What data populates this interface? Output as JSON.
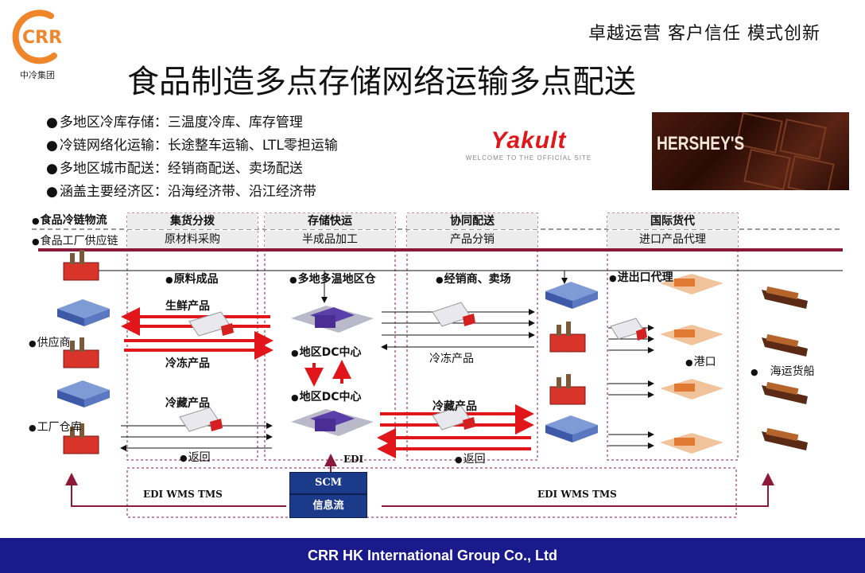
{
  "header": {
    "logo_mark": "CRR",
    "logo_text": "中冷集团",
    "tagline": "卓越运营 客户信任 模式创新",
    "title": "食品制造多点存储网络运输多点配送"
  },
  "bullets": [
    "多地区冷库存储：三温度冷库、库存管理",
    "冷链网络化运输：长途整车运输、LTL零担运输",
    "多地区城市配送：经销商配送、卖场配送",
    "涵盖主要经济区：沿海经济带、沿江经济带"
  ],
  "brands": {
    "yakult": "Yakult",
    "yakult_sub": "WELCOME TO THE OFFICIAL SITE",
    "hersheys": "HERSHEY'S"
  },
  "rows": {
    "row1": "食品冷链物流",
    "row2": "食品工厂供应链"
  },
  "stages": [
    {
      "header": "集货分拨",
      "sub": "原材料采购"
    },
    {
      "header": "存储快运",
      "sub": "半成品加工"
    },
    {
      "header": "协同配送",
      "sub": "产品分销"
    },
    {
      "header": "国际货代",
      "sub": "进口产品代理"
    }
  ],
  "labels": {
    "raw_products": "原料成品",
    "fresh": "生鲜产品",
    "frozen_left": "冷冻产品",
    "chilled_left": "冷藏产品",
    "return_left": "返回",
    "supplier": "供应商",
    "factory_wh": "工厂仓库",
    "multi_wh": "多地多温地区仓",
    "dc1": "地区DC中心",
    "dc2": "地区DC中心",
    "edi_mid": "EDI",
    "dealer": "经销商、卖场",
    "frozen_right": "冷冻产品",
    "chilled_right": "冷藏产品",
    "return_right": "返回",
    "import_agent": "进出口代理",
    "port": "港口",
    "ship": "海运货船"
  },
  "systems": {
    "left": "EDI  WMS  TMS",
    "right": "EDI  WMS  TMS",
    "scm": "SCM",
    "info": "信息流"
  },
  "colors": {
    "flow_red": "#e0161b",
    "frame_maroon": "#8b1a3a",
    "footer_blue": "#1a1a8c",
    "box_blue": "#1b3a8a",
    "logo_orange": "#f0862a"
  },
  "footer": "CRR HK International Group Co., Ltd"
}
